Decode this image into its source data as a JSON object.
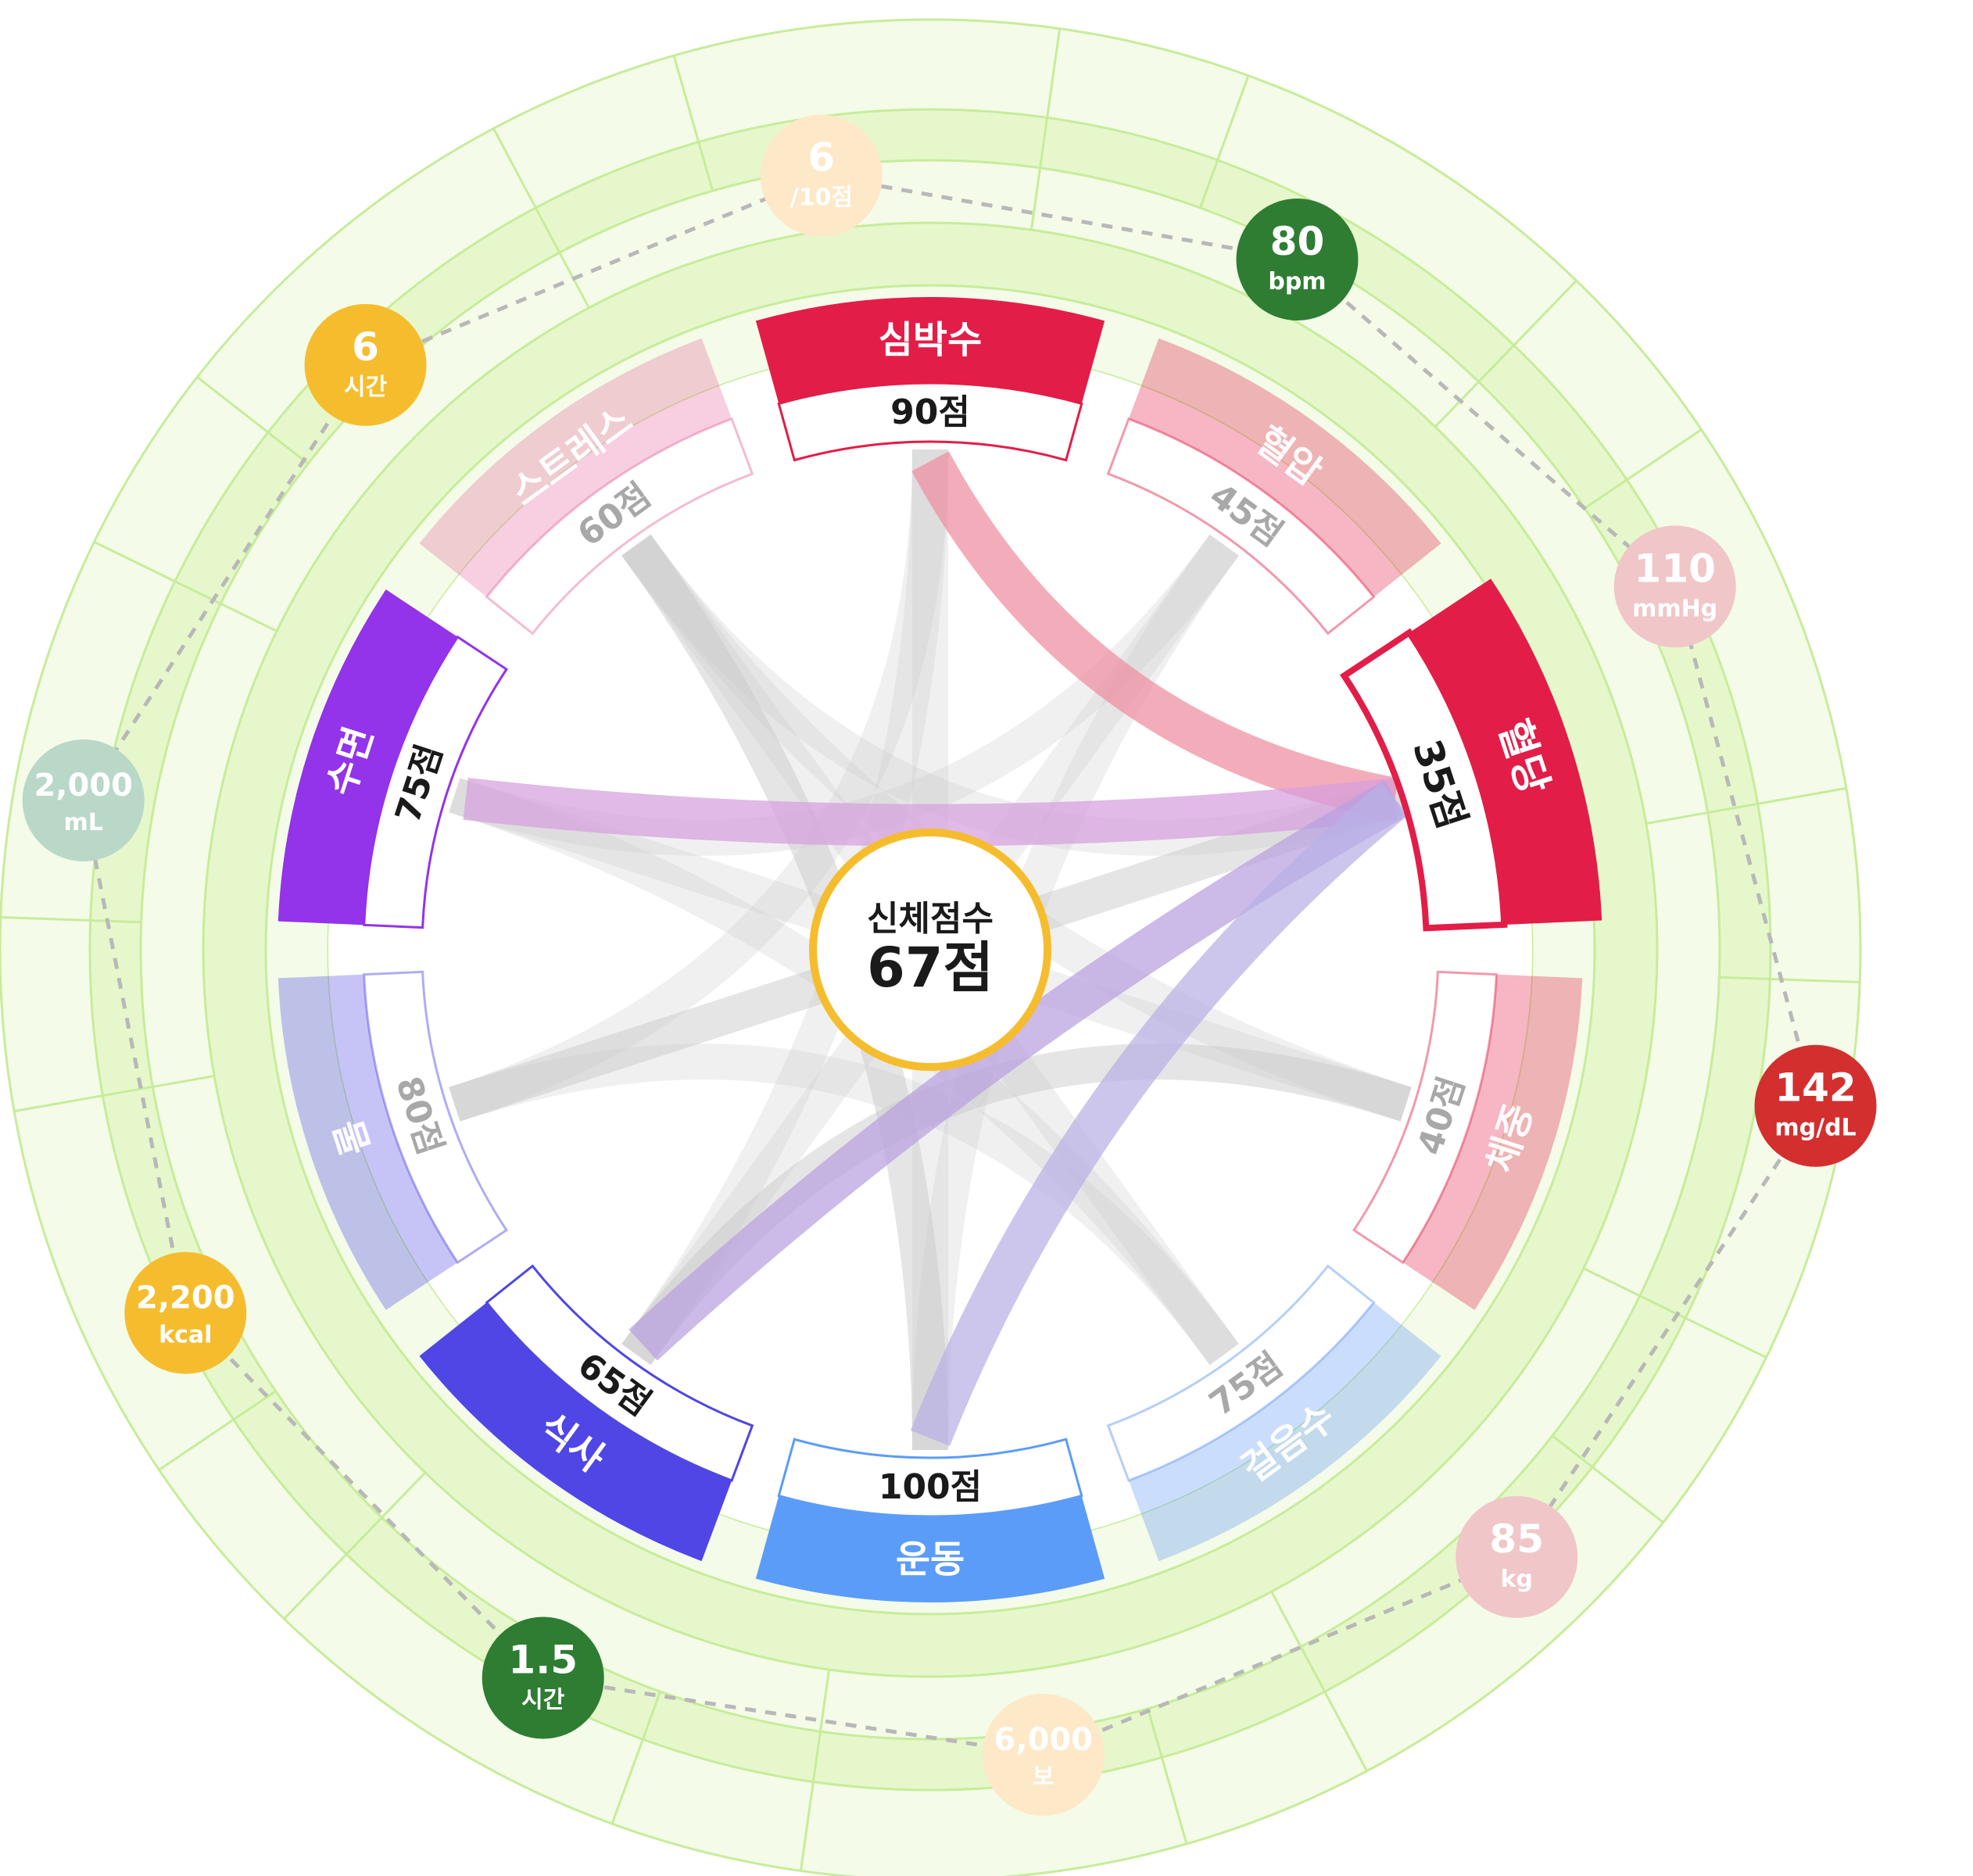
{
  "center": {
    "label": "신체점수",
    "score": "67점",
    "ring_color": "#f5bd2e"
  },
  "segments": [
    {
      "id": "heart-rate",
      "name": "심박수",
      "score": "90점",
      "score_value": 90,
      "color": "#e21d48",
      "active": true
    },
    {
      "id": "blood-pressure",
      "name": "혈압",
      "score": "45점",
      "score_value": 45,
      "color": "#e21d48",
      "active": false
    },
    {
      "id": "blood-sugar",
      "name": "혈당",
      "score": "35점",
      "score_value": 35,
      "color": "#e21d48",
      "active": true,
      "highlight": true
    },
    {
      "id": "weight",
      "name": "체중",
      "score": "40점",
      "score_value": 40,
      "color": "#e21d48",
      "active": false
    },
    {
      "id": "steps",
      "name": "걸음수",
      "score": "75점",
      "score_value": 75,
      "color": "#5c95f5",
      "active": false
    },
    {
      "id": "exercise",
      "name": "운동",
      "score": "100점",
      "score_value": 100,
      "color": "#5b9cf8",
      "active": true
    },
    {
      "id": "food",
      "name": "식사",
      "score": "65점",
      "score_value": 65,
      "color": "#4f46e5",
      "active": true
    },
    {
      "id": "water",
      "name": "물",
      "score": "80점",
      "score_value": 80,
      "color": "#4f46e5",
      "active": false
    },
    {
      "id": "sleep",
      "name": "수면",
      "score": "75점",
      "score_value": 75,
      "color": "#9333ea",
      "active": true
    },
    {
      "id": "stress",
      "name": "스트레스",
      "score": "60점",
      "score_value": 60,
      "color": "#e56aa0",
      "active": false
    }
  ],
  "links": [
    {
      "from": "heart-rate",
      "to": "blood-sugar",
      "color": "#ee8da0"
    },
    {
      "from": "sleep",
      "to": "blood-sugar",
      "color": "#d6a0de"
    },
    {
      "from": "food",
      "to": "blood-sugar",
      "color": "#b8a0e0"
    },
    {
      "from": "exercise",
      "to": "blood-sugar",
      "color": "#b8b0e6"
    }
  ],
  "bubbles": [
    {
      "id": "stress-value",
      "value": "6",
      "unit": "/10점",
      "color": "#fde8c8",
      "faded": true
    },
    {
      "id": "heart-rate-value",
      "value": "80",
      "unit": "bpm",
      "color": "#2e7d32",
      "faded": false
    },
    {
      "id": "blood-pressure-value",
      "value": "110",
      "unit": "mmHg",
      "color": "#f1c6c8",
      "faded": true
    },
    {
      "id": "blood-sugar-value",
      "value": "142",
      "unit": "mg/dL",
      "color": "#d32f2f",
      "faded": false
    },
    {
      "id": "weight-value",
      "value": "85",
      "unit": "kg",
      "color": "#f1c6c8",
      "faded": true
    },
    {
      "id": "steps-value",
      "value": "6,000",
      "unit": "보",
      "color": "#fde8c8",
      "faded": true
    },
    {
      "id": "exercise-value",
      "value": "1.5",
      "unit": "시간",
      "color": "#2e7d32",
      "faded": false
    },
    {
      "id": "food-value",
      "value": "2,200",
      "unit": "kcal",
      "color": "#f5bd2e",
      "faded": false
    },
    {
      "id": "water-value",
      "value": "2,000",
      "unit": "mL",
      "color": "#b9d8c8",
      "faded": true
    },
    {
      "id": "sleep-value",
      "value": "6",
      "unit": "시간",
      "color": "#f5bd2e",
      "faded": false
    }
  ],
  "colors": {
    "ring_light": "#f4fbe8",
    "ring_mid": "#e6f7cc",
    "ring_line": "#c8ec9a",
    "dashed": "#b8b8b8"
  }
}
